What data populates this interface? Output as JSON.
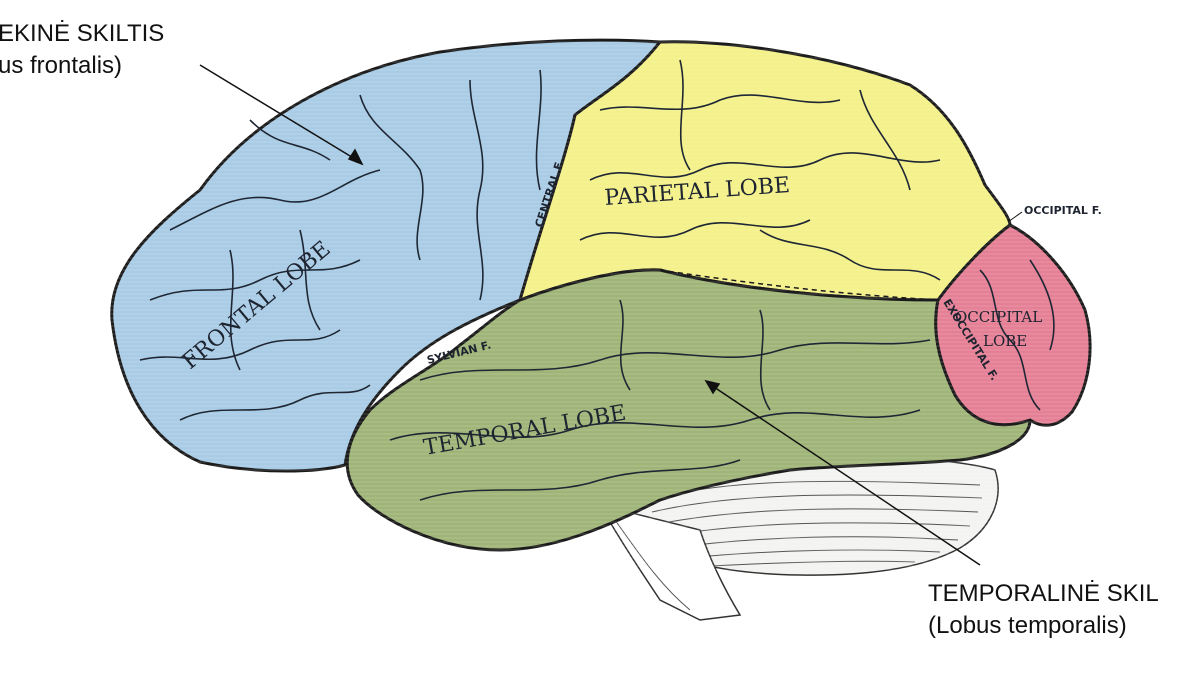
{
  "callouts": {
    "frontal": {
      "title": "EKINĖ SKILTIS",
      "latin": "us frontalis)"
    },
    "temporal": {
      "title": "TEMPORALINĖ SKIL",
      "latin": "(Lobus temporalis)"
    }
  },
  "lobes": {
    "frontal": "FRONTAL LOBE",
    "parietal": "PARIETAL LOBE",
    "temporal": "TEMPORAL LOBE",
    "occipital_1": "OCCIPITAL",
    "occipital_2": "LOBE"
  },
  "fissures": {
    "central": "CENTRAL F.",
    "sylvian": "SYLVIAN F.",
    "occipital": "OCCIPITAL F.",
    "exoccipital": "EXOCCIPITAL F."
  },
  "colors": {
    "frontal": "#a9cce6",
    "parietal": "#f4f08a",
    "temporal": "#9fb477",
    "occipital": "#e57f95",
    "cerebellum": "#f3f3f1",
    "outline": "#1b1b1b"
  }
}
